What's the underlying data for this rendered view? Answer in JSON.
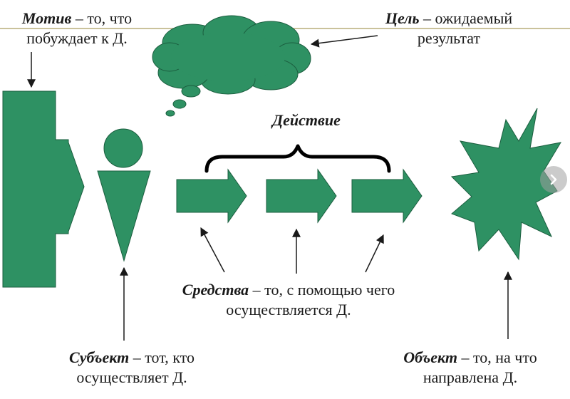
{
  "labels": {
    "motive": {
      "term": "Мотив",
      "rest_line1": " – то, что",
      "line2": "побуждает к Д."
    },
    "goal": {
      "term": "Цель",
      "rest_line1": " – ожидаемый",
      "line2": "результат"
    },
    "action": "Действие",
    "means": {
      "term": "Средства",
      "rest_line1": " – то, с помощью чего",
      "line2": "осуществляется Д."
    },
    "subject": {
      "term": "Субъект",
      "rest_line1": " – тот, кто",
      "line2": "осуществляет Д."
    },
    "object": {
      "term": "Объект",
      "rest_line1": " – то, на что",
      "line2": "направлена Д."
    }
  },
  "colors": {
    "shape_fill": "#2e9163",
    "shape_stroke": "#1b5e3f",
    "line": "#1a1a1a",
    "rule": "#b8ae7a"
  },
  "icons": {
    "next": "chevron-right-icon"
  }
}
